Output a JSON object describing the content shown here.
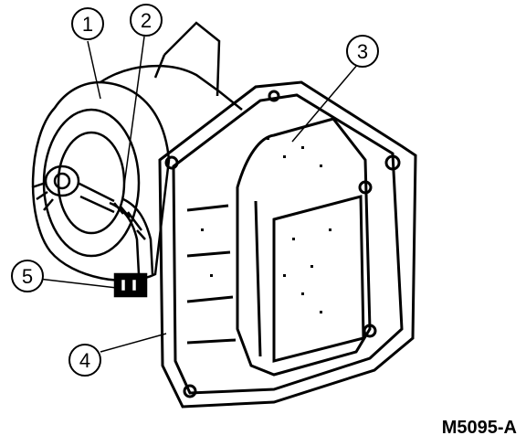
{
  "callouts": [
    {
      "number": "1"
    },
    {
      "number": "2"
    },
    {
      "number": "3"
    },
    {
      "number": "4"
    },
    {
      "number": "5"
    }
  ],
  "figure_code": "M5095-A",
  "colors": {
    "ink": "#000000",
    "paper": "#ffffff"
  }
}
